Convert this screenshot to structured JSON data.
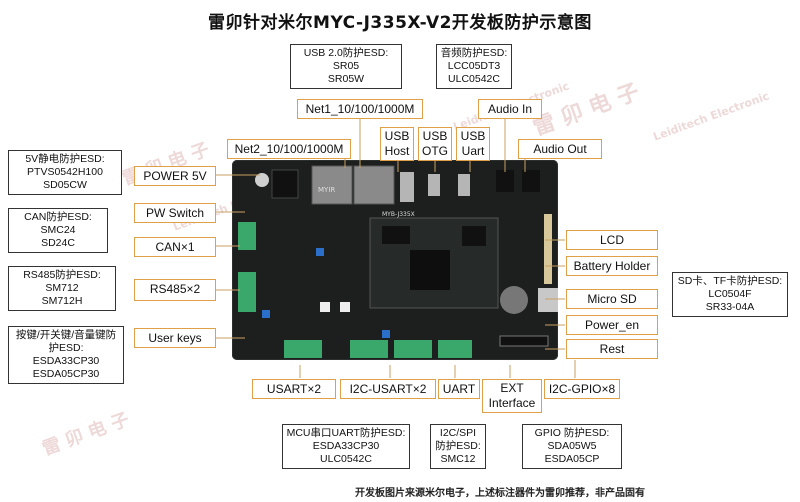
{
  "title": "雷卯针对米尔MYC-J335X-V2开发板防护示意图",
  "footer": "开发板图片来源米尔电子，上述标注器件为雷卯推荐，非产品固有",
  "watermark": {
    "cn": "雷 卯 电 子",
    "en": "Leiditech Electronic"
  },
  "labels": {
    "net1": "Net1_10/100/1000M",
    "net2": "Net2_10/100/1000M",
    "usb_host_1": "USB",
    "usb_host_2": "Host",
    "usb_otg_1": "USB",
    "usb_otg_2": "OTG",
    "usb_uart_1": "USB",
    "usb_uart_2": "Uart",
    "audio_in": "Audio In",
    "audio_out": "Audio Out",
    "power5v": "POWER 5V",
    "pw_switch": "PW Switch",
    "can": "CAN×1",
    "rs485": "RS485×2",
    "user_keys": "User keys",
    "lcd": "LCD",
    "battery": "Battery Holder",
    "micro_sd": "Micro SD",
    "power_en": "Power_en",
    "reset": "Rest",
    "usart": "USART×2",
    "i2c_usart": "I2C-USART×2",
    "uart": "UART",
    "ext_1": "EXT",
    "ext_2": "Interface",
    "i2c_gpio": "I2C-GPIO×8"
  },
  "notes": {
    "usb20": [
      "USB 2.0防护ESD:",
      "SR05",
      "SR05W"
    ],
    "audio": [
      "音频防护ESD:",
      "LCC05DT3",
      "ULC0542C"
    ],
    "v5": [
      "5V静电防护ESD:",
      "PTVS0542H100",
      "SD05CW"
    ],
    "can": [
      "CAN防护ESD:",
      "SMC24",
      "SD24C"
    ],
    "rs485": [
      "RS485防护ESD:",
      "SM712",
      "SM712H"
    ],
    "keys": [
      "按键/开关键/音量键防",
      "护ESD:",
      "ESDA33CP30",
      "ESDA05CP30"
    ],
    "sd": [
      "SD卡、TF卡防护ESD:",
      "LC0504F",
      "SR33-04A"
    ],
    "mcu": [
      "MCU串口UART防护ESD:",
      "ESDA33CP30",
      "ULC0542C"
    ],
    "i2c": [
      "I2C/SPI",
      "防护ESD:",
      "SMC12"
    ],
    "gpio": [
      "GPIO 防护ESD:",
      "SDA05W5",
      "ESDA05CP"
    ]
  },
  "board_text": {
    "brand": "MYIR",
    "model": "MYB-J335X"
  },
  "colors": {
    "box_border": "#e0a04a",
    "board": "#1c1f1e",
    "connector": "#3aa86b",
    "watermark": "#e7c9c9"
  }
}
